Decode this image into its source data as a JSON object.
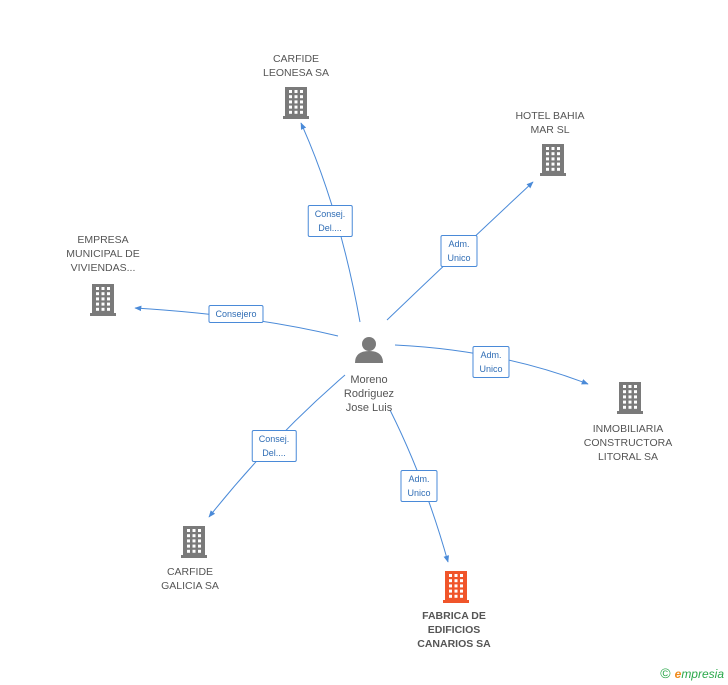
{
  "colors": {
    "edge": "#4a8ad8",
    "building": "#7a7a7a",
    "building_highlight": "#f0552a",
    "person": "#7a7a7a"
  },
  "center": {
    "name": "Moreno\nRodriguez\nJose Luis",
    "icon": "person-icon"
  },
  "companies": [
    {
      "id": "carfide-leonesa",
      "name": "CARFIDE\nLEONESA SA",
      "icon": "building-icon",
      "highlight": false
    },
    {
      "id": "hotel-bahia",
      "name": "HOTEL BAHIA\nMAR  SL",
      "icon": "building-icon",
      "highlight": false
    },
    {
      "id": "empresa-municipal",
      "name": "EMPRESA\nMUNICIPAL DE\nVIVIENDAS...",
      "icon": "building-icon",
      "highlight": false
    },
    {
      "id": "inmobiliaria",
      "name": "INMOBILIARIA\nCONSTRUCTORA\nLITORAL SA",
      "icon": "building-icon",
      "highlight": false
    },
    {
      "id": "carfide-galicia",
      "name": "CARFIDE\nGALICIA SA",
      "icon": "building-icon",
      "highlight": false
    },
    {
      "id": "fabrica",
      "name": "FABRICA DE\nEDIFICIOS\nCANARIOS SA",
      "icon": "building-icon",
      "highlight": true
    }
  ],
  "relations": [
    {
      "to": "carfide-leonesa",
      "label": "Consej.\nDel...."
    },
    {
      "to": "hotel-bahia",
      "label": "Adm.\nUnico"
    },
    {
      "to": "empresa-municipal",
      "label": "Consejero"
    },
    {
      "to": "inmobiliaria",
      "label": "Adm.\nUnico"
    },
    {
      "to": "carfide-galicia",
      "label": "Consej.\nDel...."
    },
    {
      "to": "fabrica",
      "label": "Adm.\nUnico"
    }
  ],
  "footer": {
    "symbol": "©",
    "brand_initial": "e",
    "brand_rest": "mpresia"
  }
}
